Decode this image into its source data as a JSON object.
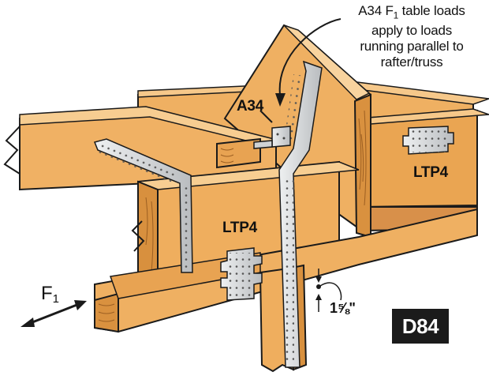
{
  "annotation": {
    "lines": [
      "A34 F",
      "1",
      " table loads",
      "apply to loads",
      "running parallel to",
      "rafter/truss"
    ]
  },
  "labels": {
    "a34": "A34",
    "ltp4_right": "LTP4",
    "ltp4_left": "LTP4",
    "dimension": "1⅝\"",
    "force_main": "F",
    "force_sub": "1",
    "detail_code": "D84"
  },
  "colors": {
    "wood_light": "#f2b468",
    "wood_mid": "#e29a48",
    "wood_dark": "#c27a30",
    "metal": "#d4d6d8",
    "outline": "#1a1a1a",
    "badge": "#1b1b1b"
  }
}
